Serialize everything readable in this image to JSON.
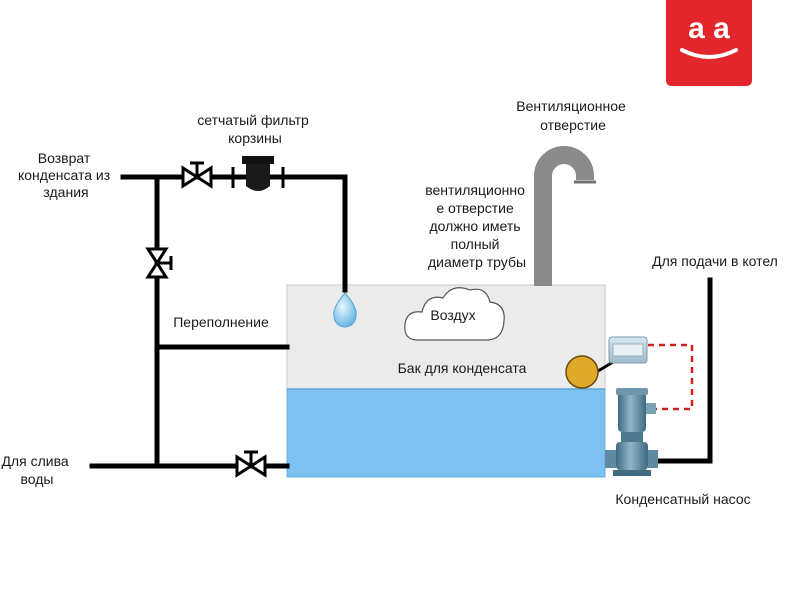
{
  "logo": {
    "text": "a a",
    "icon": "smiling-face-logo",
    "color": "#e3262b"
  },
  "labels": {
    "condensate_return": [
      "Возврат",
      "конденсата из",
      "здания"
    ],
    "basket_strainer": [
      "сетчатый фильтр",
      "корзины"
    ],
    "vent_opening": [
      "Вентиляционное",
      "отверстие"
    ],
    "vent_note": [
      "вентиляционно",
      "е отверстие",
      "должно иметь",
      "полный",
      "диаметр трубы"
    ],
    "boiler_feed": "Для подачи в котел",
    "overflow": "Переполнение",
    "air": "Воздух",
    "tank": "Бак для конденсата",
    "drain": [
      "Для слива",
      "воды"
    ],
    "pump": "Конденсатный насос"
  },
  "colors": {
    "pipe": "#000000",
    "water": "#7dc0f2",
    "air_space": "#ebebeb",
    "vent_pipe": "#8a8a8a",
    "float": "#e0a828",
    "control_wire": "#d42020",
    "pump_body": "#5d8aa0"
  }
}
